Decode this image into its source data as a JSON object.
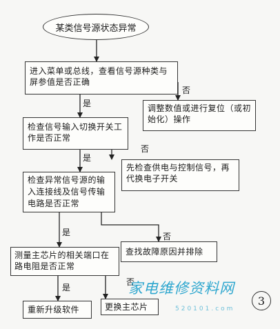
{
  "nodes": {
    "start": "某类信号源状态异常",
    "check_menu": "进入菜单或总线，查看信号源种类与屏参值是否正确",
    "adjust_values": "调整数值或进行复位（或初始化）操作",
    "check_switch": "检查信号输入切换开关工作是否正常",
    "check_power": "先检查供电与控制信号，再代换电子开关",
    "check_input_lines": "检查异常信号源的输入连接线及信号传输电路是否正常",
    "find_fault": "查找故障原因并排除",
    "measure_chip": "测量主芯片的相关端口在路电阻是否正常",
    "replace_chip": "更换主芯片",
    "upgrade_software": "重新升级软件"
  },
  "labels": {
    "yes": "是",
    "no": "否"
  },
  "watermark": {
    "text": "家电维修资料网",
    "url": "520101.com"
  },
  "figure_number": "3"
}
